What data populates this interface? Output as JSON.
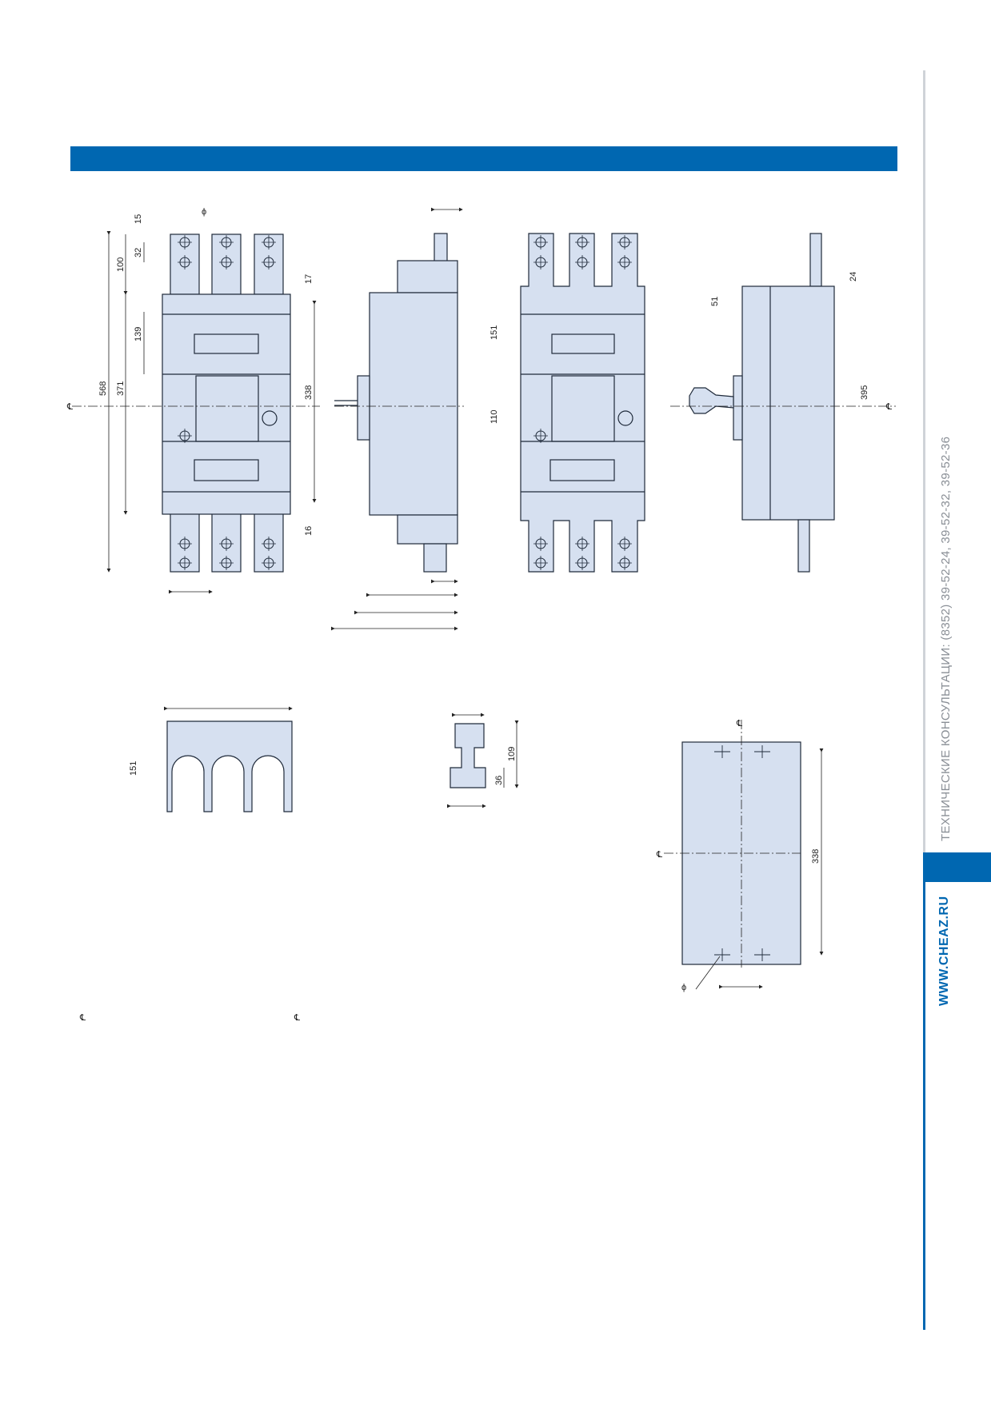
{
  "sidebar": {
    "contacts": "ТЕХНИЧЕСКИЕ КОНСУЛЬТАЦИИ: (8352) 39-52-24, 39-52-32, 39-52-36",
    "website": "WWW.CHEAZ.RU"
  },
  "colors": {
    "brand_blue": "#0067b1",
    "fill": "#d6e0f0",
    "line": "#1f2a3a"
  },
  "dims": {
    "front": {
      "d15": "15",
      "d32": "32",
      "d100": "100",
      "d568": "568",
      "d371": "371",
      "d139": "139",
      "d338": "338",
      "d17": "17",
      "d16": "16"
    },
    "rear": {
      "d151": "151",
      "d110": "110"
    },
    "side_right": {
      "d51": "51",
      "d24": "24",
      "d395": "395"
    },
    "shield": {
      "d151": "151"
    },
    "lever": {
      "d109": "109",
      "d36": "36"
    },
    "panel": {
      "d338": "338"
    }
  },
  "symbols": {
    "phi": "ϕ",
    "center_mark": "℄"
  }
}
